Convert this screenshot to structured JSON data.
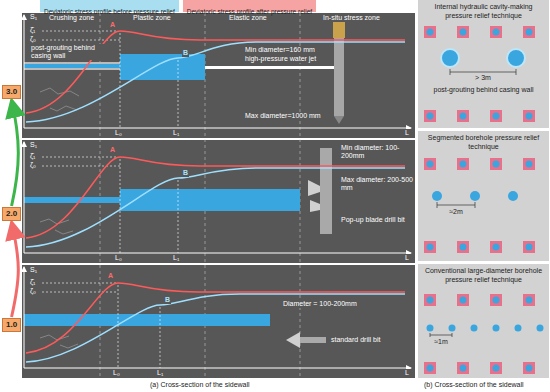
{
  "diagram": {
    "nodes": [
      {
        "text": [
          "3.0"
        ]
      },
      {
        "text": [
          "2.0"
        ]
      },
      {
        "text": [
          "1.0"
        ]
      },
      {
        "text": [
          "Internal hydraulic cavity-making pressure relief technique",
          "> 3m",
          "post-grouting behind casing wall"
        ]
      },
      {
        "text": [
          "Segmented borehole pressure relief technique",
          "≈2m"
        ]
      },
      {
        "text": [
          "Conventional large-diameter borehole pressure relief technique",
          "≈1m"
        ]
      }
    ],
    "edges": [
      {
        "from": 2,
        "to": 1,
        "arrow": "to"
      },
      {
        "from": 1,
        "to": 0,
        "arrow": "to"
      }
    ],
    "labels": [
      "Crushing zone",
      "Plastic zone",
      "Elastic zone",
      "In-situ stress zone",
      "S₁",
      "ζ̄₁",
      "ζ₀",
      "A",
      "B",
      "L₀",
      "L₁",
      "L",
      "post-grouting behind casing wall",
      "Min diameter=160 mm",
      "high-pressure water jet",
      "Max diameter=1000 mm",
      "S₁",
      "ζ̄₁",
      "ζ₀",
      "A",
      "B",
      "L₀",
      "L₁",
      "L",
      "Min diameter: 100-200mm",
      "Max diameter: 200-500 mm",
      "Pop-up blade drill bit",
      "S₁",
      "ζ̄₁",
      "ζ₀",
      "A",
      "B",
      "L₀",
      "L₁",
      "L",
      "Diameter = 100-200mm",
      "standard drill bit",
      "(a) Cross-section of the sidewall",
      "(b) Cross-section of the sidewall"
    ],
    "legend": [
      {
        "text": "Deviatoric stress profile before pressure relief",
        "color": "#a9ddf0"
      },
      {
        "text": "Deviatoric stress profile after pressure relief",
        "color": "#f5a3a3"
      }
    ]
  }
}
